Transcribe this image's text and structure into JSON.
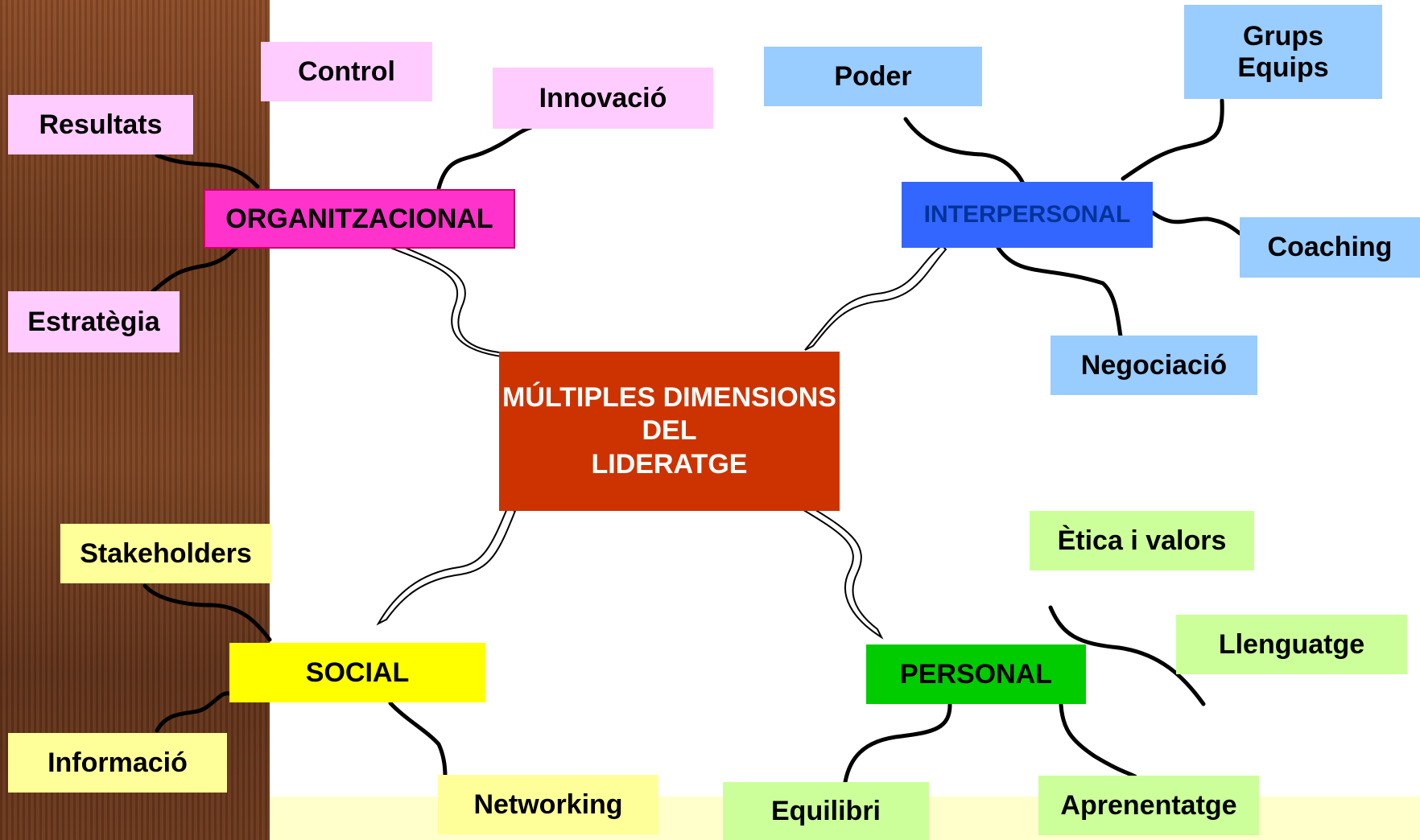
{
  "center": {
    "label": "MÚLTIPLES DIMENSIONS\nDEL\nLIDERATGE"
  },
  "dimensions": {
    "organitzacional": "ORGANITZACIONAL",
    "interpersonal": "INTERPERSONAL",
    "social": "SOCIAL",
    "personal": "PERSONAL"
  },
  "organitzacional_items": {
    "control": "Control",
    "innovacio": "Innovació",
    "resultats": "Resultats",
    "estrategia": "Estratègia"
  },
  "interpersonal_items": {
    "poder": "Poder",
    "grups": "Grups\nEquips",
    "coaching": "Coaching",
    "negociacio": "Negociació"
  },
  "social_items": {
    "stakeholders": "Stakeholders",
    "informacio": "Informació",
    "networking": "Networking"
  },
  "personal_items": {
    "etica": "Ètica i valors",
    "llenguatge": "Llenguatge",
    "equilibri": "Equilibri",
    "aprenentatge": "Aprenentatge"
  },
  "colors": {
    "center": "#cc3300",
    "organitzacional": "#ff33cc",
    "interpersonal": "#3366ff",
    "social": "#ffff00",
    "personal": "#00cc00",
    "pink_leaf": "#ffccff",
    "blue_leaf": "#99ccff",
    "green_leaf": "#ccff99",
    "yellow_leaf": "#ffff99"
  }
}
